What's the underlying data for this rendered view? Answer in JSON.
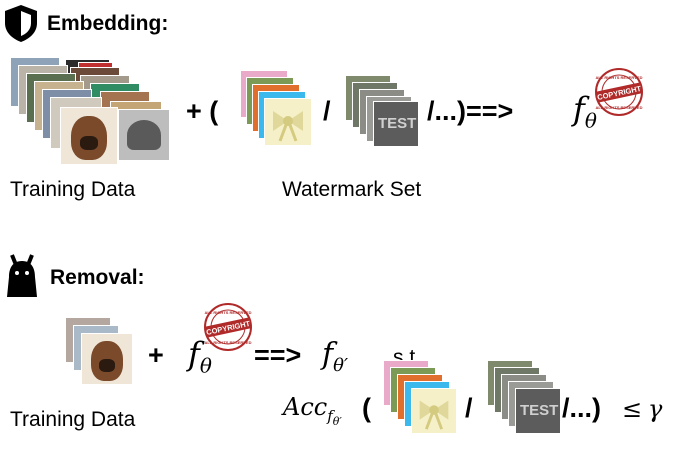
{
  "embedding": {
    "heading": "Embedding:",
    "icon": "shield-icon",
    "training_caption": "Training Data",
    "watermark_caption": "Watermark Set",
    "plus_open": "+ (",
    "slash": "/",
    "ellipsis_arrow": "/...)==>",
    "model_base": "f",
    "model_sub": "θ"
  },
  "removal": {
    "heading": "Removal:",
    "icon": "devil-icon",
    "training_caption": "Training Data",
    "plus": "+",
    "model_base": "f",
    "model_sub": "θ",
    "arrow": "==>",
    "result_base": "f",
    "result_sub": "θ′",
    "st": "s.t.",
    "acc_text": "Acc",
    "acc_sub_base": "f",
    "acc_sub_sub": "θ′",
    "paren_open": "(",
    "slash": "/",
    "ellipsis_close": "/...)",
    "leq": "≤",
    "gamma": "γ"
  },
  "stamp": {
    "top_text": "ALL RIGHTS RESERVED",
    "center_text": "COPYRIGHT",
    "bottom_text": "ALL RIGHTS RESERVED",
    "color": "#b02a2a"
  },
  "test_label": "TEST"
}
